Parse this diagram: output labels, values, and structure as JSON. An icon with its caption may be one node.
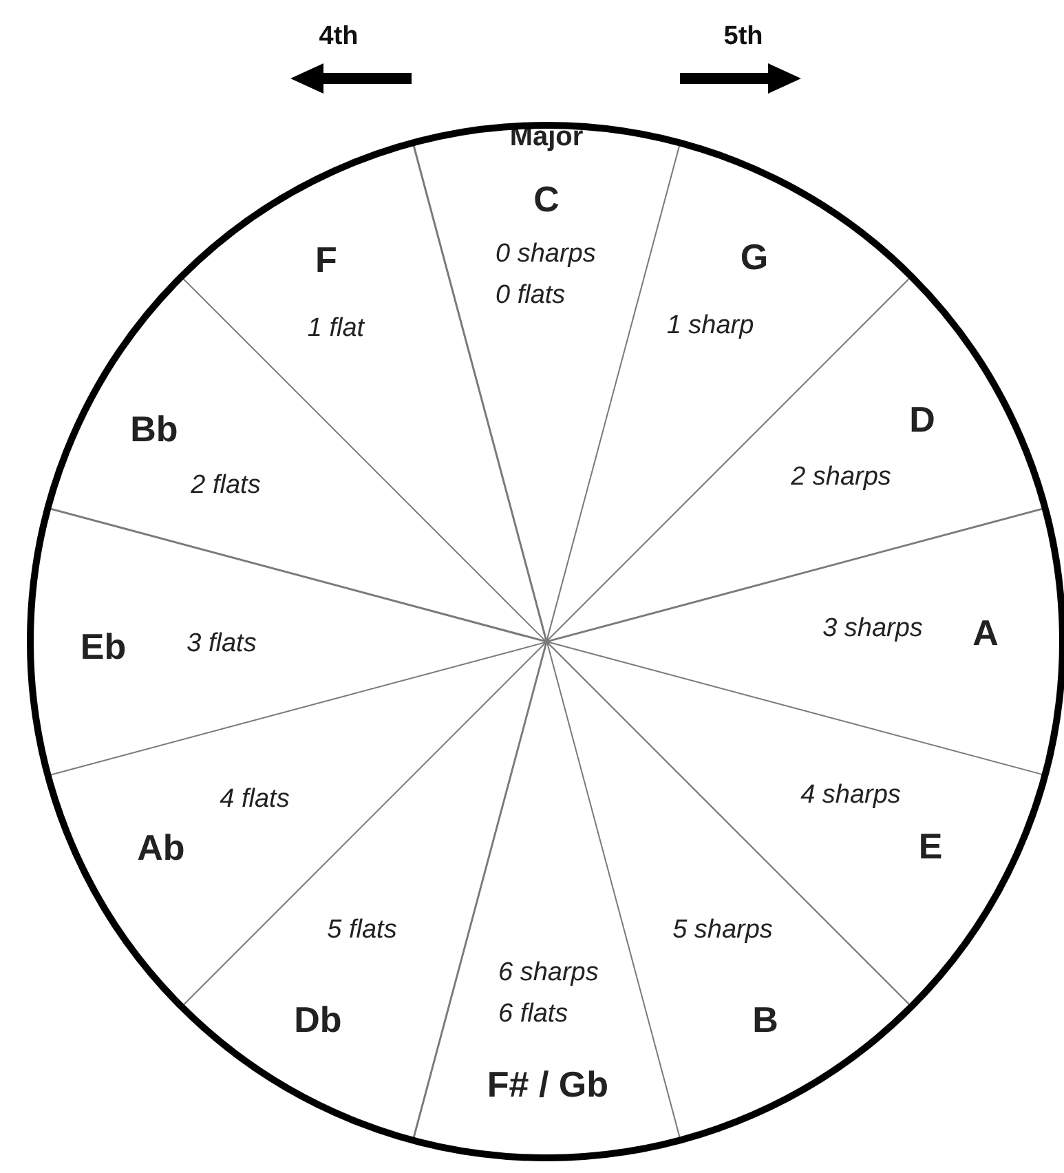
{
  "diagram": {
    "nodes": [
      {
        "text": [
          "Major",
          "C",
          "0 sharps 0 flats"
        ]
      },
      {
        "text": [
          "G",
          "1 sharp"
        ]
      },
      {
        "text": [
          "D",
          "2 sharps"
        ]
      },
      {
        "text": [
          "3 sharps",
          "A"
        ]
      },
      {
        "text": [
          "4 sharps",
          "E"
        ]
      },
      {
        "text": [
          "5 sharps",
          "B"
        ]
      },
      {
        "text": [
          "6 sharps 6 flats",
          "F# / Gb"
        ]
      },
      {
        "text": [
          "5 flats",
          "Db"
        ]
      },
      {
        "text": [
          "4 flats",
          "Ab"
        ]
      },
      {
        "text": [
          "Eb",
          "3 flats"
        ]
      },
      {
        "text": [
          "Bb",
          "2 flats"
        ]
      },
      {
        "text": [
          "F",
          "1 flat"
        ]
      }
    ],
    "edges": [],
    "labels": [
      "4th",
      "5th"
    ]
  }
}
